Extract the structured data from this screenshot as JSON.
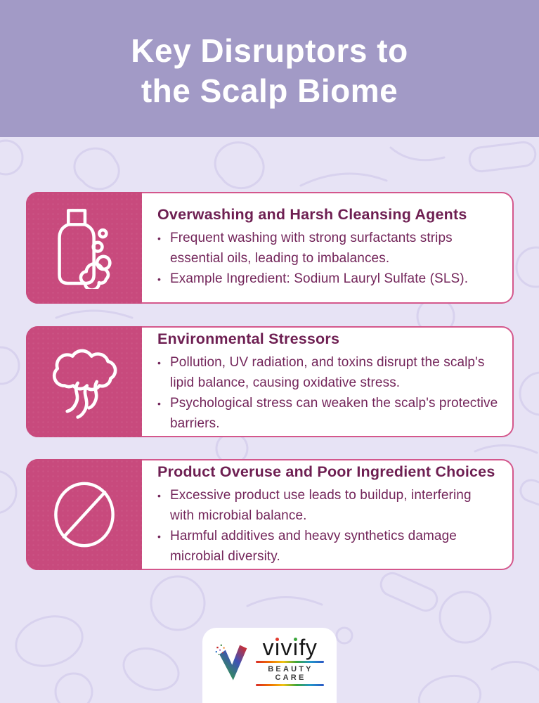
{
  "ui": {
    "bullet_char": "•"
  },
  "header": {
    "title_line1": "Key Disruptors to",
    "title_line2": "the Scalp Biome"
  },
  "cards": [
    {
      "icon": "shampoo-bottle-icon",
      "title": "Overwashing and Harsh Cleansing Agents",
      "bullets": [
        "Frequent washing with strong surfactants strips essential oils, leading to imbalances.",
        "Example Ingredient: Sodium Lauryl Sulfate (SLS)."
      ]
    },
    {
      "icon": "smoke-cloud-icon",
      "title": "Environmental Stressors",
      "bullets": [
        "Pollution, UV radiation, and toxins disrupt the scalp's lipid balance, causing oxidative stress.",
        "Psychological stress can weaken the scalp's protective barriers."
      ]
    },
    {
      "icon": "prohibition-icon",
      "title": "Product Overuse and Poor Ingredient Choices",
      "bullets": [
        "Excessive product use leads to buildup, interfering with microbial balance.",
        "Harmful additives and heavy synthetics damage microbial diversity."
      ]
    }
  ],
  "footer": {
    "brand_word": "vivify",
    "brand_letters": [
      {
        "ch": "v"
      },
      {
        "ch": "ı",
        "dot": "#e23a2e"
      },
      {
        "ch": "v"
      },
      {
        "ch": "ı",
        "dot": "#3ba53b"
      },
      {
        "ch": "f"
      },
      {
        "ch": "y"
      }
    ],
    "tagline": "BEAUTY CARE"
  },
  "colors": {
    "header_bg": "#a29ac6",
    "page_bg": "#e7e3f5",
    "doodle_stroke": "#d8d2ee",
    "card_pink": "#c84a7d",
    "card_border": "#d4578c",
    "title_text": "#6e1f52",
    "body_text": "#73255a",
    "logo_dot_red": "#e23a2e",
    "logo_dot_green": "#3ba53b"
  }
}
